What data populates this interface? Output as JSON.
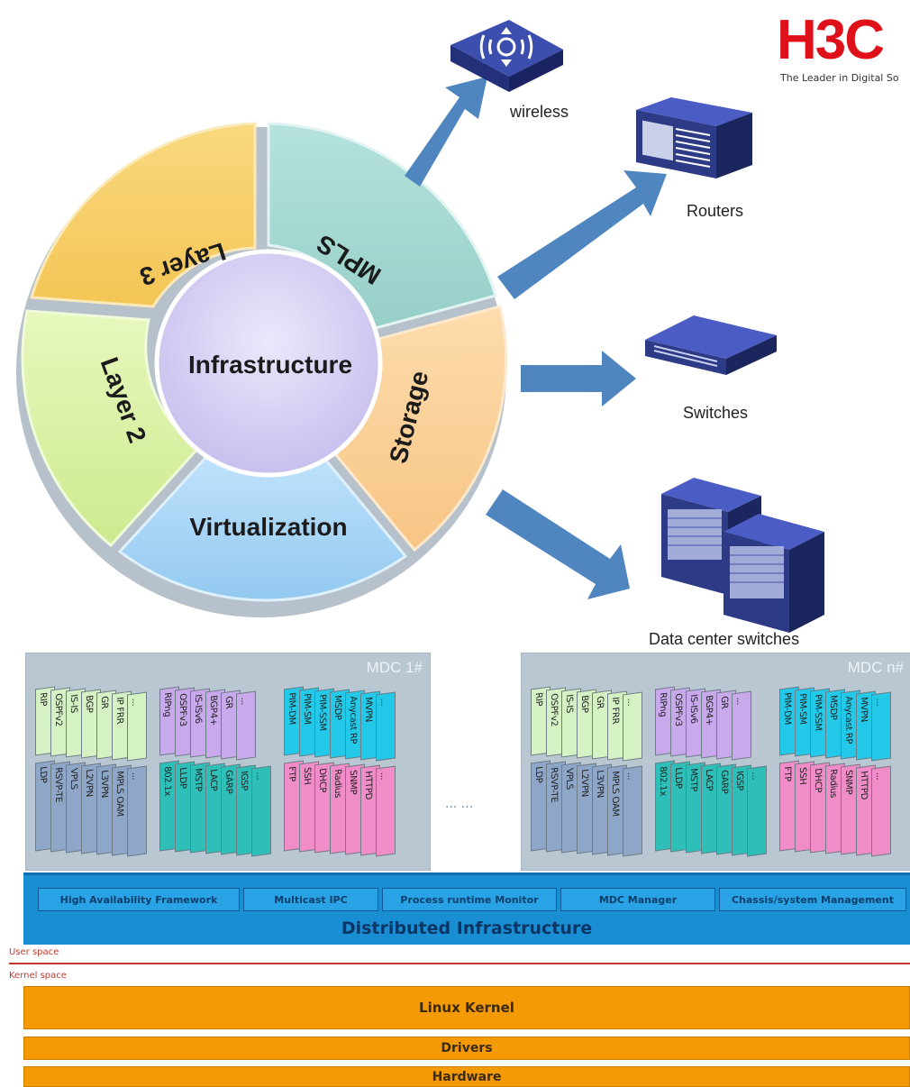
{
  "brand": {
    "logo": "H3C",
    "tagline": "The Leader in Digital So"
  },
  "wheel": {
    "center": "Infrastructure",
    "segments": {
      "layer3": "Layer 3",
      "mpls": "MPLS",
      "storage": "Storage",
      "virtualization": "Virtualization",
      "layer2": "Layer 2"
    }
  },
  "devices": {
    "wireless": "wireless",
    "routers": "Routers",
    "switches": "Switches",
    "datacenter": "Data center switches"
  },
  "mdc": {
    "first_title": "MDC 1#",
    "last_title": "MDC n#",
    "between": "... ...",
    "groups": {
      "green_top": [
        "RIP",
        "OSPFv2",
        "IS-IS",
        "BGP",
        "GR",
        "IP FRR",
        "..."
      ],
      "purple_top": [
        "RIPng",
        "OSPFv3",
        "IS-ISv6",
        "BGP4+",
        "GR",
        "..."
      ],
      "cyan_top": [
        "PIM-DM",
        "PIM-SM",
        "PIM-SSM",
        "MSDP",
        "Anycast RP",
        "MVPN",
        "..."
      ],
      "blue_bottom": [
        "LDP",
        "RSVP-TE",
        "VPLS",
        "L2VPN",
        "L3VPN",
        "MPLS OAM",
        "..."
      ],
      "teal_bottom": [
        "802.1x",
        "LLDP",
        "MSTP",
        "LACP",
        "GARP",
        "IGSP",
        "..."
      ],
      "pink_bottom": [
        "FTP",
        "SSH",
        "DHCP",
        "Radius",
        "SNMP",
        "HTTPD",
        "..."
      ]
    }
  },
  "distributed": {
    "title": "Distributed Infrastructure",
    "boxes": [
      "High Availability Framework",
      "Multicast IPC",
      "Process runtime Monitor",
      "MDC Manager",
      "Chassis/system Management"
    ]
  },
  "spaces": {
    "user": "User space",
    "kernel": "Kernel space"
  },
  "layers": {
    "kernel": "Linux Kernel",
    "drivers": "Drivers",
    "hardware": "Hardware"
  },
  "colors": {
    "brand_red": "#e0101a",
    "layer3": "#f7cf6a",
    "mpls": "#a6d9d3",
    "storage": "#fbd29e",
    "virtualization": "#a9d6f6",
    "layer2": "#d9f3a4",
    "center": "#d5ccf0",
    "arrow": "#4f86c0",
    "device": "#2d3b86"
  }
}
